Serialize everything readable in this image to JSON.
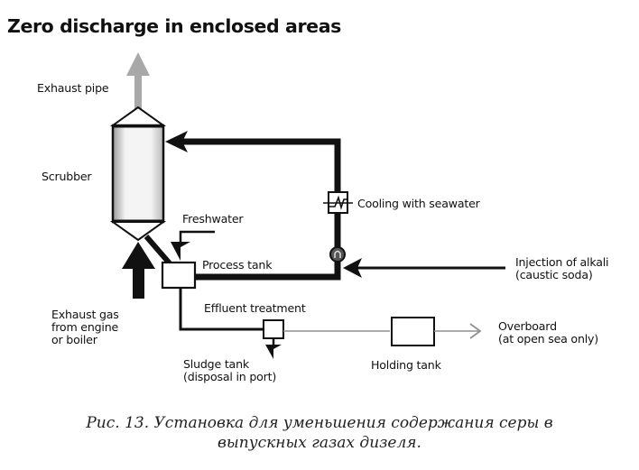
{
  "title": "Zero discharge in enclosed areas",
  "labels": {
    "exhaust_pipe": "Exhaust pipe",
    "scrubber": "Scrubber",
    "freshwater": "Freshwater",
    "process_tank": "Process tank",
    "cooling": "Cooling with seawater",
    "alkali_line1": "Injection of alkali",
    "alkali_line2": "(caustic soda)",
    "exhaust_gas_line1": "Exhaust gas",
    "exhaust_gas_line2": "from engine",
    "exhaust_gas_line3": "or boiler",
    "effluent": "Effluent treatment",
    "sludge_line1": "Sludge tank",
    "sludge_line2": "(disposal in port)",
    "holding_tank": "Holding tank",
    "overboard_line1": "Overboard",
    "overboard_line2": "(at open sea only)"
  },
  "caption": {
    "line1": "Рис. 13. Установка для уменьшения содержания серы в",
    "line2": "выпускных газах дизеля."
  },
  "colors": {
    "line": "#111111",
    "exhaust_arrow": "#a8a8a8",
    "overboard_line": "#909090"
  }
}
